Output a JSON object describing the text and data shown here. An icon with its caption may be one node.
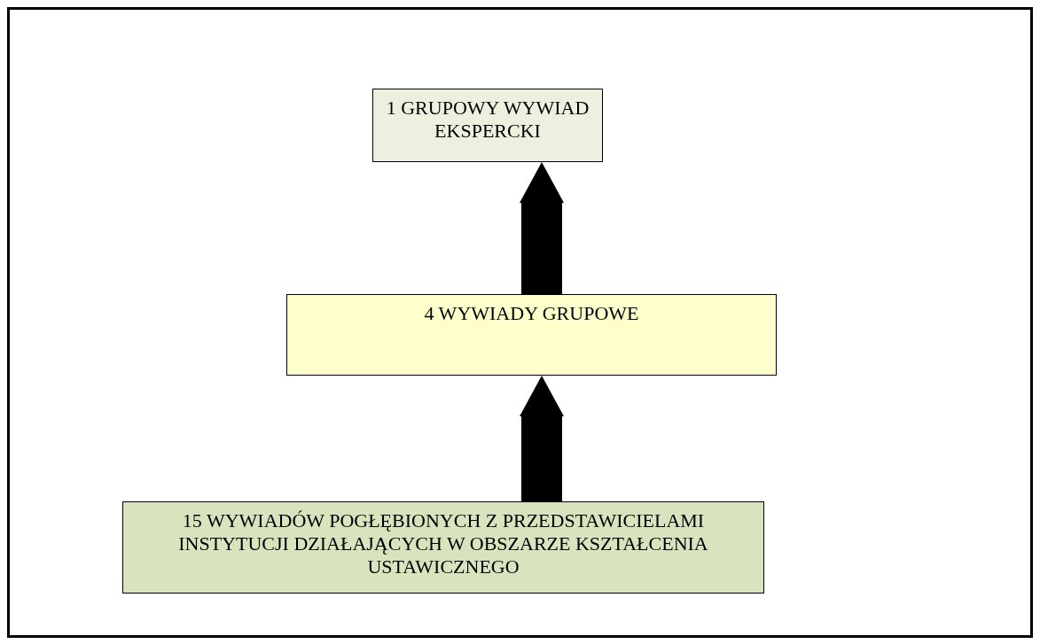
{
  "diagram": {
    "nodes": [
      {
        "text": [
          "1 GRUPOWY WYWIAD EKSPERCKI"
        ]
      },
      {
        "text": [
          "4 WYWIADY GRUPOWE"
        ]
      },
      {
        "text": [
          "15 WYWIADÓW POGŁĘBIONYCH Z PRZEDSTAWICIELAMI INSTYTUCJI DZIAŁAJĄCYCH W OBSZARZE KSZTAŁCENIA USTAWICZNEGO"
        ]
      }
    ],
    "edges": [
      {
        "from": 1,
        "to": 0,
        "arrow": "to"
      },
      {
        "from": 2,
        "to": 1,
        "arrow": "to"
      }
    ]
  }
}
